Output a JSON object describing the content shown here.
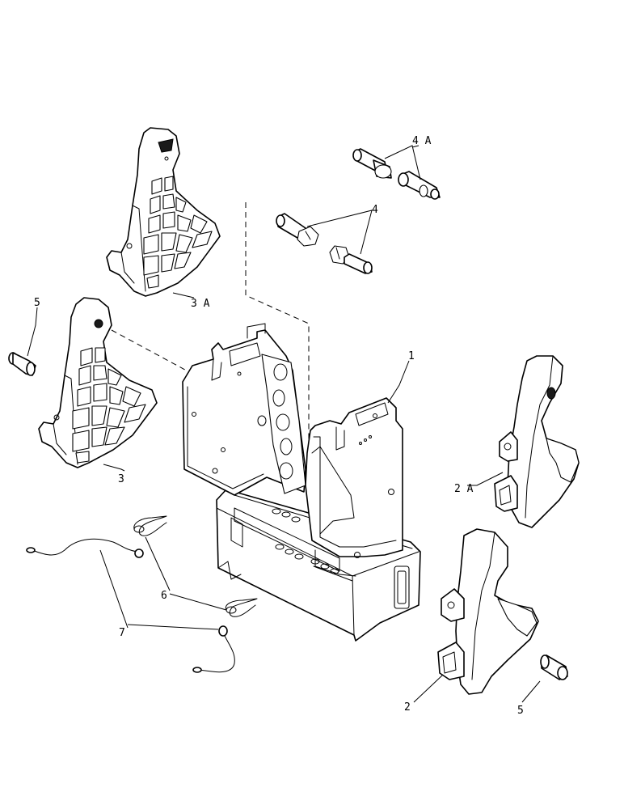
{
  "callouts": {
    "c1": "1",
    "c2": "2",
    "c2a": "2 A",
    "c3": "3",
    "c3a": "3 A",
    "c4": "4",
    "c4a": "4 A",
    "c5_left": "5",
    "c5_right": "5",
    "c6": "6",
    "c7": "7"
  }
}
